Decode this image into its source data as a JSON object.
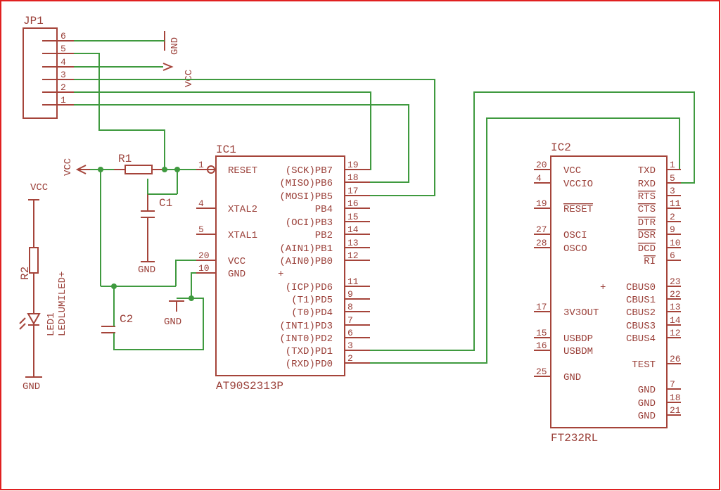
{
  "jp1": {
    "ref": "JP1",
    "pins": [
      "6",
      "5",
      "4",
      "3",
      "2",
      "1"
    ]
  },
  "r1": "R1",
  "c1": "C1",
  "c2": "C2",
  "r2": "R2",
  "led": {
    "ref": "LED1",
    "value": "LEDLUMILED+"
  },
  "supply": {
    "vcc": "VCC",
    "gnd": "GND"
  },
  "ic1": {
    "ref": "IC1",
    "part": "AT90S2313P",
    "left": [
      {
        "num": "1",
        "name": "RESET"
      },
      {
        "num": "4",
        "name": "XTAL2"
      },
      {
        "num": "5",
        "name": "XTAL1"
      },
      {
        "num": "20",
        "name": "VCC"
      },
      {
        "num": "10",
        "name": "GND"
      }
    ],
    "right": [
      {
        "num": "19",
        "name": "(SCK)PB7"
      },
      {
        "num": "18",
        "name": "(MISO)PB6"
      },
      {
        "num": "17",
        "name": "(MOSI)PB5"
      },
      {
        "num": "16",
        "name": "PB4"
      },
      {
        "num": "15",
        "name": "(OCI)PB3"
      },
      {
        "num": "14",
        "name": "PB2"
      },
      {
        "num": "13",
        "name": "(AIN1)PB1"
      },
      {
        "num": "12",
        "name": "(AIN0)PB0"
      },
      {
        "num": "11",
        "name": "(ICP)PD6"
      },
      {
        "num": "9",
        "name": "(T1)PD5"
      },
      {
        "num": "8",
        "name": "(T0)PD4"
      },
      {
        "num": "7",
        "name": "(INT1)PD3"
      },
      {
        "num": "6",
        "name": "(INT0)PD2"
      },
      {
        "num": "3",
        "name": "(TXD)PD1"
      },
      {
        "num": "2",
        "name": "(RXD)PD0"
      }
    ]
  },
  "ic2": {
    "ref": "IC2",
    "part": "FT232RL",
    "left": [
      {
        "num": "20",
        "name": "VCC"
      },
      {
        "num": "4",
        "name": "VCCIO"
      },
      {
        "num": "19",
        "name": "RESET"
      },
      {
        "num": "27",
        "name": "OSCI"
      },
      {
        "num": "28",
        "name": "OSCO"
      },
      {
        "num": "17",
        "name": "3V3OUT"
      },
      {
        "num": "15",
        "name": "USBDP"
      },
      {
        "num": "16",
        "name": "USBDM"
      },
      {
        "num": "25",
        "name": "GND"
      }
    ],
    "right": [
      {
        "num": "1",
        "name": "TXD"
      },
      {
        "num": "5",
        "name": "RXD"
      },
      {
        "num": "3",
        "name": "RTS"
      },
      {
        "num": "11",
        "name": "CTS"
      },
      {
        "num": "2",
        "name": "DTR"
      },
      {
        "num": "9",
        "name": "DSR"
      },
      {
        "num": "10",
        "name": "DCD"
      },
      {
        "num": "6",
        "name": "RI"
      },
      {
        "num": "23",
        "name": "CBUS0"
      },
      {
        "num": "22",
        "name": "CBUS1"
      },
      {
        "num": "13",
        "name": "CBUS2"
      },
      {
        "num": "14",
        "name": "CBUS3"
      },
      {
        "num": "12",
        "name": "CBUS4"
      },
      {
        "num": "26",
        "name": "TEST"
      },
      {
        "num": "7",
        "name": "GND"
      },
      {
        "num": "18",
        "name": "GND"
      },
      {
        "num": "21",
        "name": "GND"
      }
    ]
  },
  "colors": {
    "component": "#a5443a",
    "wire": "#3f9a3f",
    "frame": "#e02020",
    "background": "#ffffff"
  }
}
